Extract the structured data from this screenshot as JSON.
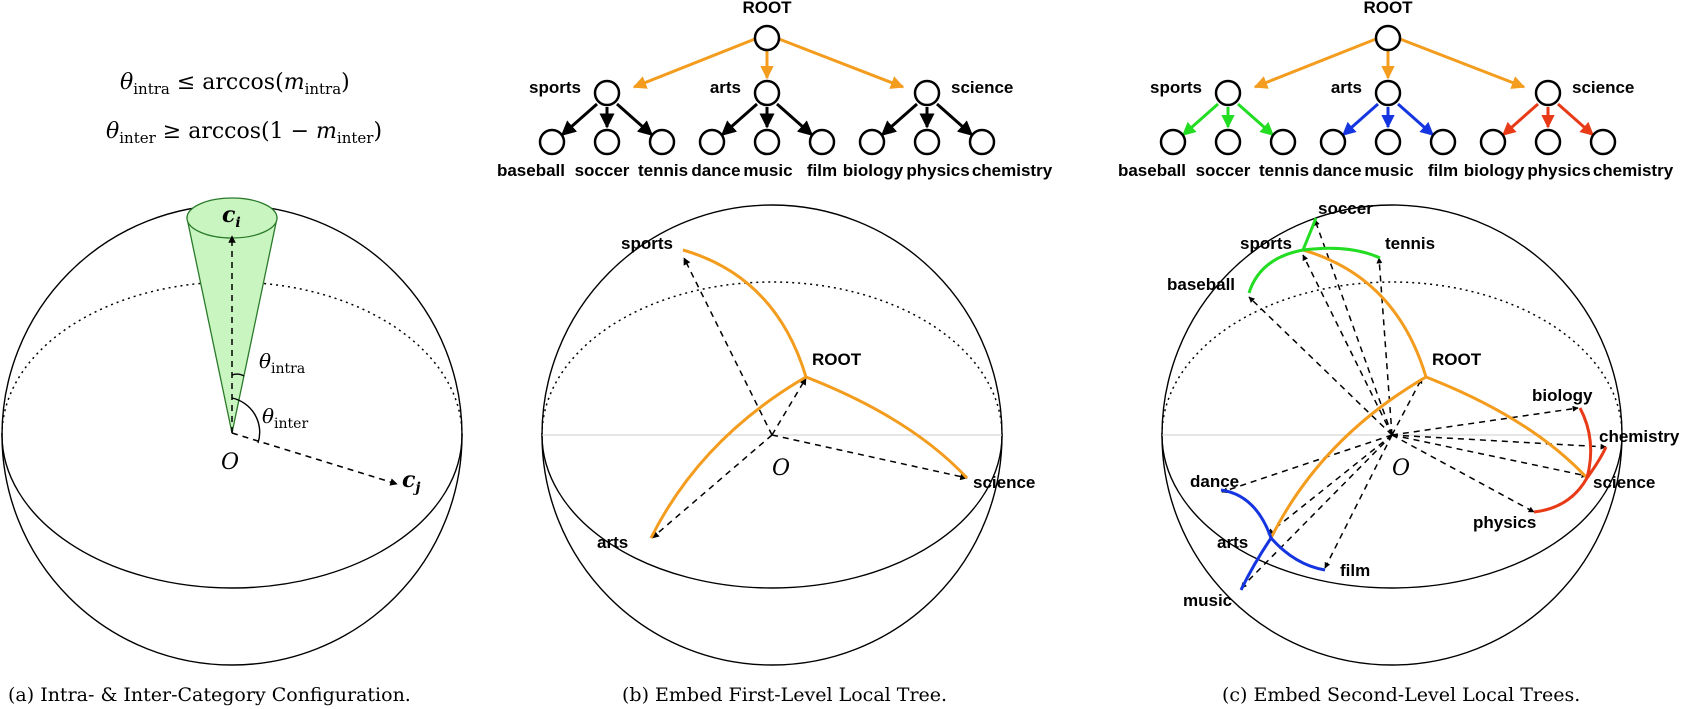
{
  "colors": {
    "root_edges": "#F39C1E",
    "sports_edges": "#22DD22",
    "arts_edges": "#1435E0",
    "science_edges": "#E83A17",
    "cone_fill": "#C8F5C0",
    "cone_stroke": "#2A7A2A"
  },
  "panel_a": {
    "formula_intra": {
      "theta": "θ",
      "sub": "intra",
      "rel": " ≤ arccos(",
      "m": "m",
      "msub": "intra",
      "close": ")"
    },
    "formula_inter": {
      "theta": "θ",
      "sub": "inter",
      "rel": " ≥ arccos(1 − ",
      "m": "m",
      "msub": "inter",
      "close": ")"
    },
    "label_ci": {
      "base": "c",
      "sub": "i"
    },
    "label_cj": {
      "base": "c",
      "sub": "j"
    },
    "label_theta_intra": {
      "base": "θ",
      "sub": "intra"
    },
    "label_theta_inter": {
      "base": "θ",
      "sub": "inter"
    },
    "label_origin": "O",
    "caption": "(a)  Intra- & Inter-Category Configuration."
  },
  "tree": {
    "root": "ROOT",
    "first_level": [
      "sports",
      "arts",
      "science"
    ],
    "leaves": [
      "baseball",
      "soccer",
      "tennis",
      "dance",
      "music",
      "film",
      "biology",
      "physics",
      "chemistry"
    ]
  },
  "panel_b": {
    "labels": {
      "sports": "sports",
      "root": "ROOT",
      "science": "science",
      "arts": "arts"
    },
    "origin": "O",
    "caption": "(b)  Embed First-Level Local Tree."
  },
  "panel_c": {
    "labels": {
      "soccer": "soccer",
      "sports": "sports",
      "tennis": "tennis",
      "baseball": "baseball",
      "root": "ROOT",
      "biology": "biology",
      "chemistry": "chemistry",
      "science": "science",
      "physics": "physics",
      "dance": "dance",
      "arts": "arts",
      "film": "film",
      "music": "music"
    },
    "origin": "O",
    "caption": "(c)  Embed Second-Level Local Trees."
  }
}
